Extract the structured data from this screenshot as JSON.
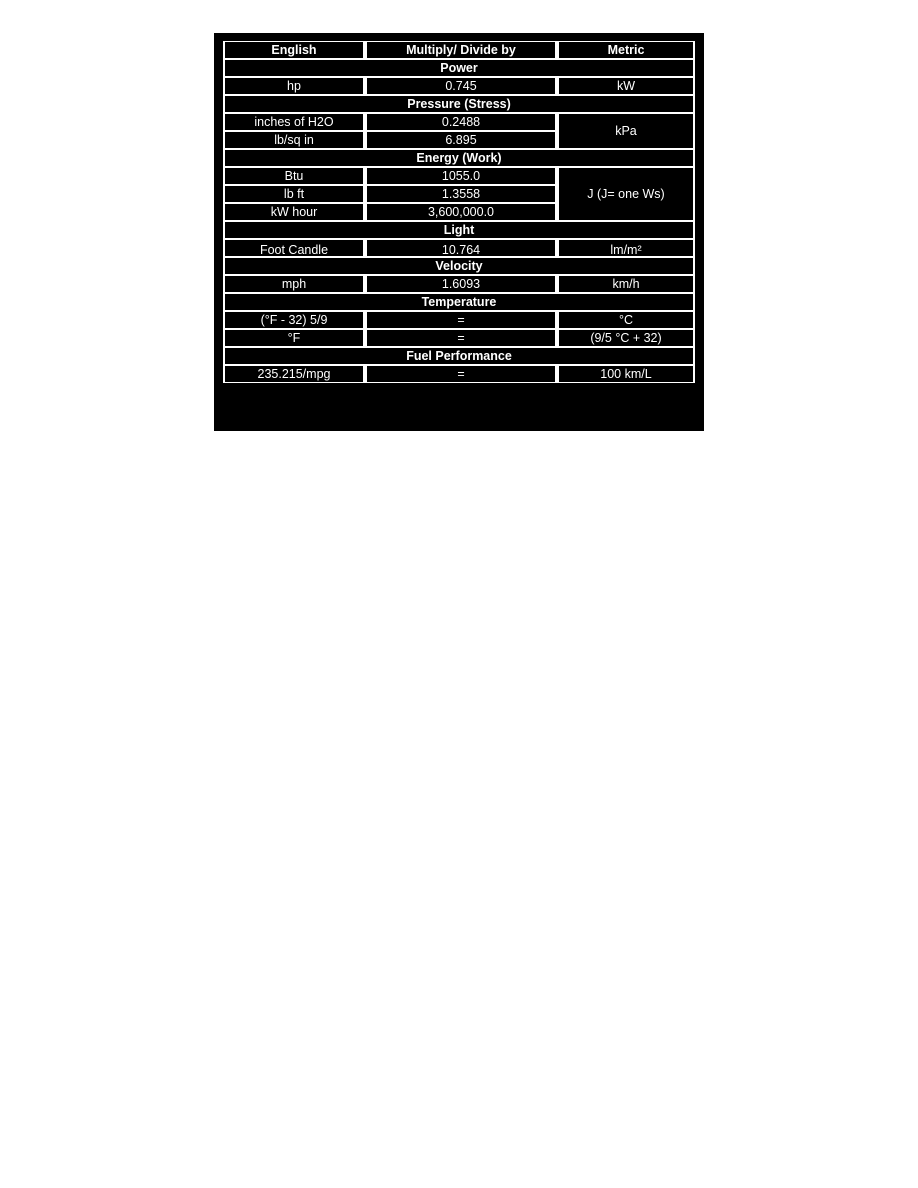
{
  "table": {
    "headers": [
      "English",
      "Multiply/ Divide by",
      "Metric"
    ],
    "sections": {
      "power": {
        "title": "Power",
        "rows": [
          {
            "english": "hp",
            "factor": "0.745",
            "metric": "kW"
          }
        ]
      },
      "pressure": {
        "title": "Pressure (Stress)",
        "metric": "kPa",
        "rows": [
          {
            "english": "inches of H2O",
            "factor": "0.2488"
          },
          {
            "english": "lb/sq in",
            "factor": "6.895"
          }
        ]
      },
      "energy": {
        "title": "Energy (Work)",
        "metric": "J (J= one Ws)",
        "rows": [
          {
            "english": "Btu",
            "factor": "1055.0"
          },
          {
            "english": "lb ft",
            "factor": "1.3558"
          },
          {
            "english": "kW hour",
            "factor": "3,600,000.0"
          }
        ]
      },
      "light": {
        "title": "Light",
        "rows": [
          {
            "english": "Foot Candle",
            "factor": "10.764",
            "metric": "lm/m²"
          }
        ]
      },
      "velocity": {
        "title": "Velocity",
        "rows": [
          {
            "english": "mph",
            "factor": "1.6093",
            "metric": "km/h"
          }
        ]
      },
      "temperature": {
        "title": "Temperature",
        "rows": [
          {
            "english": "(°F - 32) 5/9",
            "factor": "=",
            "metric": "°C"
          },
          {
            "english": "°F",
            "factor": "=",
            "metric": "(9/5 °C + 32)"
          }
        ]
      },
      "fuel": {
        "title": "Fuel Performance",
        "rows": [
          {
            "english": "235.215/mpg",
            "factor": "=",
            "metric": "100 km/L"
          }
        ]
      }
    }
  }
}
